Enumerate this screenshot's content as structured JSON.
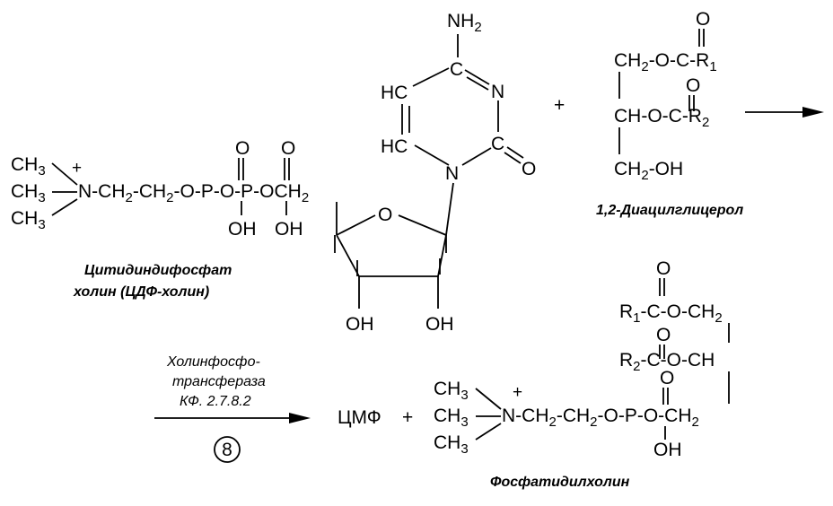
{
  "labels": {
    "cdp_choline_line1": "Цитидиндифосфат",
    "cdp_choline_line2": "холин  (ЦДФ-холин)",
    "diacylglycerol": "1,2-Диацилглицерол",
    "enzyme_line1": "Холинфосфо-",
    "enzyme_line2": "трансфераза",
    "enzyme_line3": "КФ. 2.7.8.2",
    "step_number": "8",
    "product_cmp": "ЦМФ",
    "plus": "+",
    "phosphatidylcholine": "Фосфатидилхолин"
  },
  "cdp_choline": {
    "ch3_top": "CH3",
    "ch3_mid": "CH3",
    "ch3_bot": "CH3",
    "chain": "N-CH2-CH2-O-P-O-P-OCH2",
    "charge": "+",
    "o_dbl_1": "O",
    "o_dbl_2": "O",
    "oh_1": "OH",
    "oh_2": "OH",
    "ring_o": "O",
    "ribose_oh_left": "OH",
    "ribose_oh_right": "OH",
    "amine": "NH2",
    "ring_c4": "C",
    "ring_n3": "N",
    "ring_c2": "C",
    "ring_c2_o": "O",
    "ring_n1": "N",
    "ring_hc5": "HC",
    "ring_hc6": "HC"
  },
  "dag": {
    "line1": "CH2-O-C-R1",
    "line2": "CH-O-C-R2",
    "line3": "CH2-OH",
    "o_1": "O",
    "o_2": "O"
  },
  "pc": {
    "line1": "R1-C-O-CH2",
    "line2": "R2-C-O-CH",
    "chain": "N-CH2-CH2-O-P-O-CH2",
    "ch3_top": "CH3",
    "ch3_mid": "CH3",
    "ch3_bot": "CH3",
    "charge": "+",
    "o_1": "O",
    "o_2": "O",
    "o_3": "O",
    "oh": "OH"
  }
}
